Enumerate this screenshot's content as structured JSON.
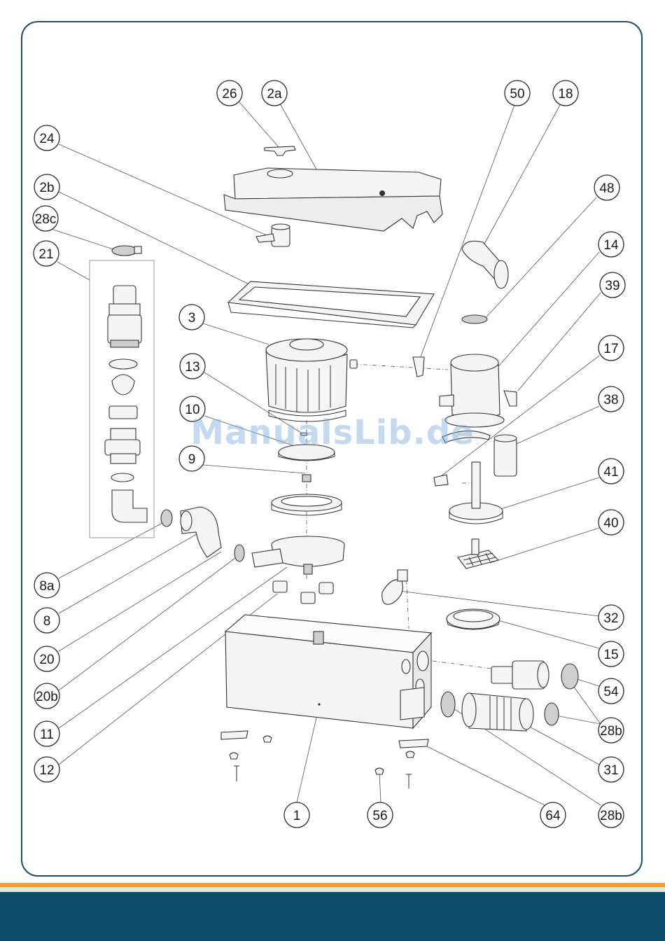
{
  "watermark": "ManualsLib.de",
  "colors": {
    "frame": "#1e4f6e",
    "footer": "#0c4a6c",
    "stripe": "#f29a3a",
    "watermark": "#78aadc"
  },
  "callouts": [
    {
      "id": "26",
      "label": "26"
    },
    {
      "id": "2a",
      "label": "2a"
    },
    {
      "id": "50",
      "label": "50"
    },
    {
      "id": "18",
      "label": "18"
    },
    {
      "id": "24",
      "label": "24"
    },
    {
      "id": "2b",
      "label": "2b"
    },
    {
      "id": "48",
      "label": "48"
    },
    {
      "id": "28c",
      "label": "28c"
    },
    {
      "id": "14",
      "label": "14"
    },
    {
      "id": "21",
      "label": "21"
    },
    {
      "id": "39",
      "label": "39"
    },
    {
      "id": "3",
      "label": "3"
    },
    {
      "id": "17",
      "label": "17"
    },
    {
      "id": "13",
      "label": "13"
    },
    {
      "id": "38",
      "label": "38"
    },
    {
      "id": "10",
      "label": "10"
    },
    {
      "id": "9",
      "label": "9"
    },
    {
      "id": "41",
      "label": "41"
    },
    {
      "id": "40",
      "label": "40"
    },
    {
      "id": "8a",
      "label": "8a"
    },
    {
      "id": "32",
      "label": "32"
    },
    {
      "id": "8",
      "label": "8"
    },
    {
      "id": "15",
      "label": "15"
    },
    {
      "id": "20",
      "label": "20"
    },
    {
      "id": "54",
      "label": "54"
    },
    {
      "id": "20b",
      "label": "20b"
    },
    {
      "id": "28b-upper",
      "label": "28b"
    },
    {
      "id": "11",
      "label": "11"
    },
    {
      "id": "31",
      "label": "31"
    },
    {
      "id": "12",
      "label": "12"
    },
    {
      "id": "1",
      "label": "1"
    },
    {
      "id": "56",
      "label": "56"
    },
    {
      "id": "64",
      "label": "64"
    },
    {
      "id": "28b-lower",
      "label": "28b"
    }
  ]
}
